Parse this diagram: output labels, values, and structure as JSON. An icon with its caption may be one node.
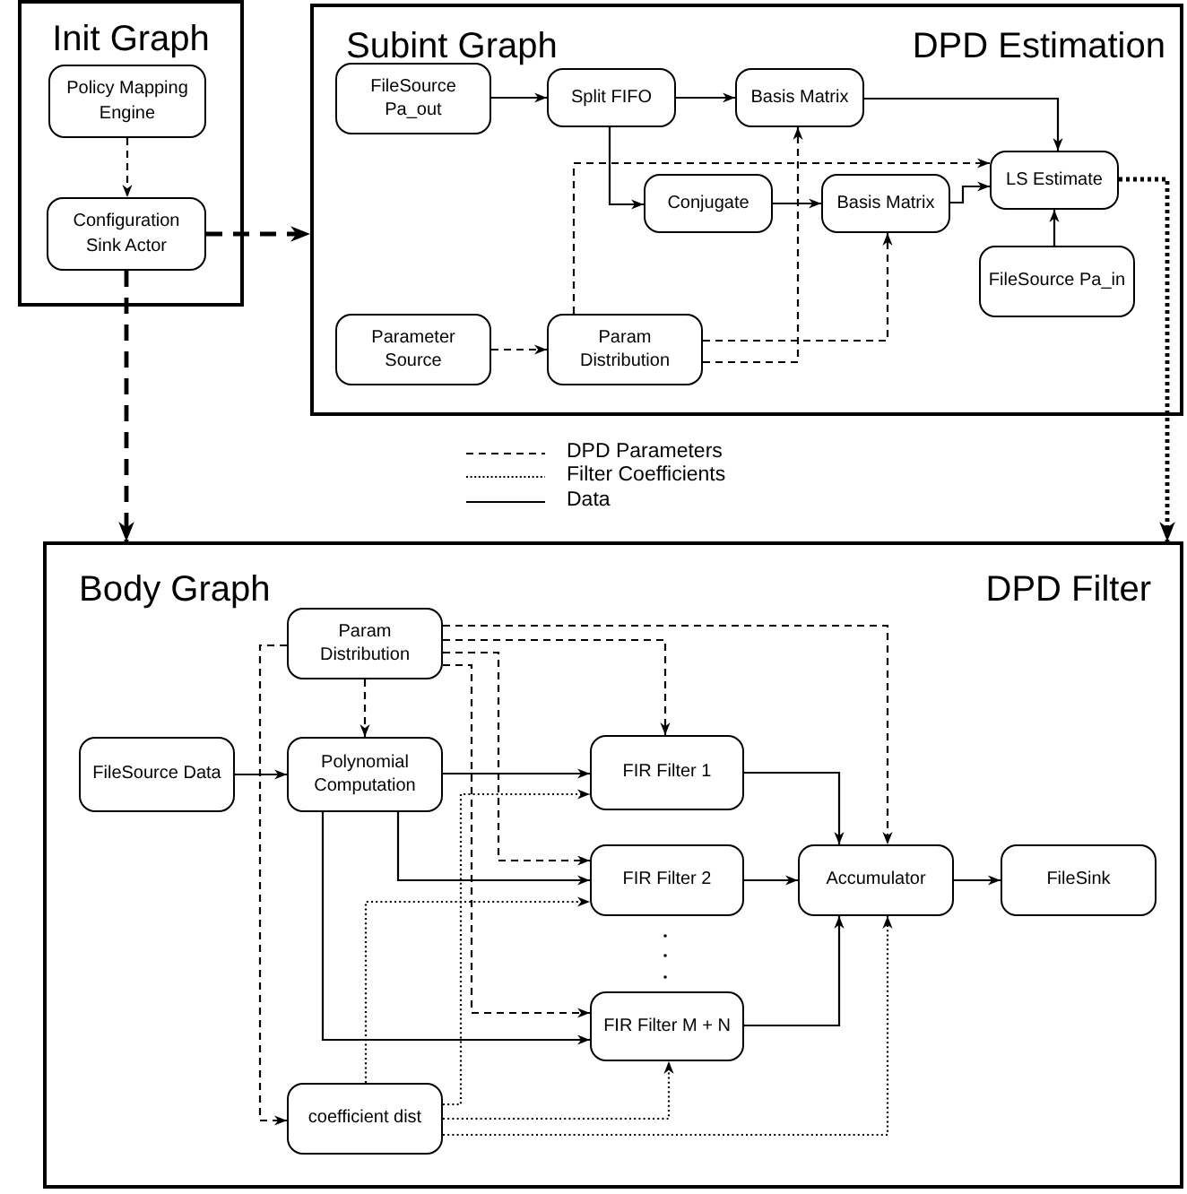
{
  "diagram": {
    "nodes": [
      {
        "text": [
          "Init Graph"
        ]
      },
      {
        "text": [
          "Policy Mapping Engine"
        ],
        "in": 0
      },
      {
        "text": [
          "Configuration Sink Actor"
        ],
        "in": 0
      },
      {
        "text": [
          "Subint Graph",
          "DPD Estimation"
        ]
      },
      {
        "text": [
          "FileSource Pa_out"
        ],
        "in": 3
      },
      {
        "text": [
          "Split FIFO"
        ],
        "in": 3
      },
      {
        "text": [
          "Basis Matrix"
        ],
        "in": 3
      },
      {
        "text": [
          "LS Estimate"
        ],
        "in": 3
      },
      {
        "text": [
          "Conjugate"
        ],
        "in": 3
      },
      {
        "text": [
          "Basis Matrix"
        ],
        "in": 3
      },
      {
        "text": [
          "FileSource Pa_in"
        ],
        "in": 3
      },
      {
        "text": [
          "Parameter Source"
        ],
        "in": 3
      },
      {
        "text": [
          "Param Distribution"
        ],
        "in": 3
      },
      {
        "text": [
          "Body Graph",
          "DPD Filter"
        ]
      },
      {
        "text": [
          "Param Distribution"
        ],
        "in": 13
      },
      {
        "text": [
          "FileSource Data"
        ],
        "in": 13
      },
      {
        "text": [
          "Polynomial Computation"
        ],
        "in": 13
      },
      {
        "text": [
          "FIR Filter 1"
        ],
        "in": 13
      },
      {
        "text": [
          "FIR Filter 2"
        ],
        "in": 13
      },
      {
        "text": [
          "Accumulator"
        ],
        "in": 13
      },
      {
        "text": [
          "FileSink"
        ],
        "in": 13
      },
      {
        "text": [
          "FIR Filter M + N"
        ],
        "in": 13
      },
      {
        "text": [
          "coefficient dist"
        ],
        "in": 13
      }
    ],
    "edges": [
      {
        "from": 1,
        "to": 2,
        "arrow": "to",
        "style": "dashed"
      },
      {
        "from": 2,
        "to": 3,
        "arrow": "to",
        "style": "dashed"
      },
      {
        "from": 2,
        "to": 13,
        "arrow": "to",
        "style": "dashed"
      },
      {
        "from": 7,
        "to": 13,
        "arrow": "to",
        "style": "dashed"
      },
      {
        "from": 4,
        "to": 5,
        "arrow": "to"
      },
      {
        "from": 5,
        "to": 6,
        "arrow": "to"
      },
      {
        "from": 5,
        "to": 8,
        "arrow": "to"
      },
      {
        "from": 6,
        "to": 7,
        "arrow": "to"
      },
      {
        "from": 8,
        "to": 9,
        "arrow": "to"
      },
      {
        "from": 9,
        "to": 7,
        "arrow": "to"
      },
      {
        "from": 10,
        "to": 7,
        "arrow": "to"
      },
      {
        "from": 11,
        "to": 12,
        "arrow": "to",
        "style": "dashed"
      },
      {
        "from": 12,
        "to": 7,
        "arrow": "to",
        "style": "dashed"
      },
      {
        "from": 12,
        "to": 9,
        "arrow": "to",
        "style": "dashed"
      },
      {
        "from": 12,
        "to": 6,
        "arrow": "to",
        "style": "dashed"
      },
      {
        "from": 14,
        "to": 16,
        "arrow": "to",
        "style": "dashed"
      },
      {
        "from": 14,
        "to": 17,
        "arrow": "to",
        "style": "dashed"
      },
      {
        "from": 14,
        "to": 19,
        "arrow": "to",
        "style": "dashed"
      },
      {
        "from": 14,
        "to": 18,
        "arrow": "to",
        "style": "dashed"
      },
      {
        "from": 14,
        "to": 21,
        "arrow": "to",
        "style": "dashed"
      },
      {
        "from": 14,
        "to": 22,
        "arrow": "to",
        "style": "dashed"
      },
      {
        "from": 15,
        "to": 16,
        "arrow": "to"
      },
      {
        "from": 16,
        "to": 17,
        "arrow": "to"
      },
      {
        "from": 16,
        "to": 18,
        "arrow": "to"
      },
      {
        "from": 16,
        "to": 21,
        "arrow": "to"
      },
      {
        "from": 22,
        "to": 17,
        "arrow": "to",
        "style": "dashed"
      },
      {
        "from": 22,
        "to": 18,
        "arrow": "to",
        "style": "dashed"
      },
      {
        "from": 22,
        "to": 21,
        "arrow": "to",
        "style": "dashed"
      },
      {
        "from": 22,
        "to": 19,
        "arrow": "to",
        "style": "dashed"
      },
      {
        "from": 17,
        "to": 19,
        "arrow": "to"
      },
      {
        "from": 18,
        "to": 19,
        "arrow": "to"
      },
      {
        "from": 21,
        "to": 19,
        "arrow": "to"
      },
      {
        "from": 19,
        "to": 20,
        "arrow": "to"
      }
    ],
    "legend": [
      {
        "text": "DPD Parameters"
      },
      {
        "text": "Filter Coefficients"
      },
      {
        "text": "Data"
      }
    ]
  }
}
